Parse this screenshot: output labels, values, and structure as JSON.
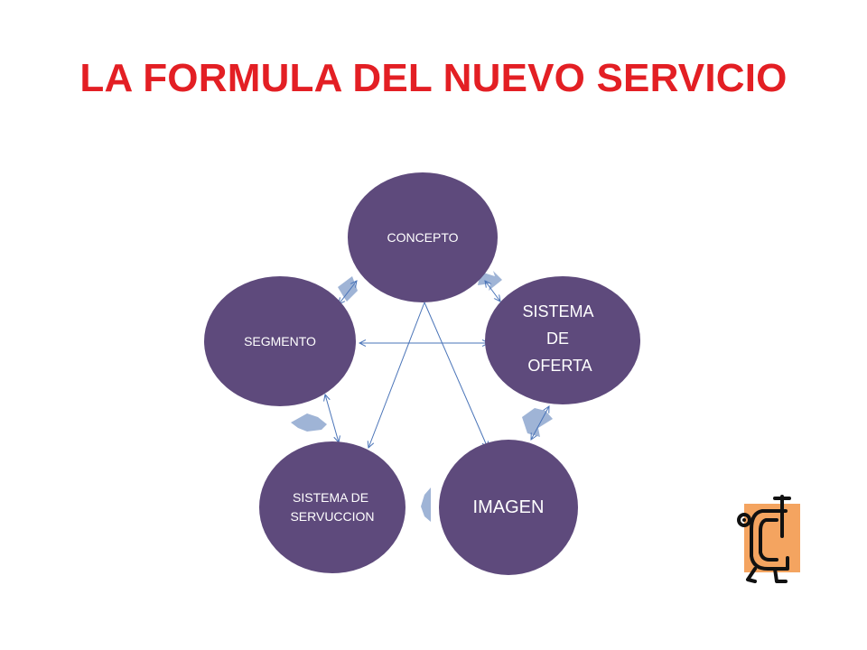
{
  "title": "LA FORMULA DEL NUEVO SERVICIO",
  "colors": {
    "title": "#e31f24",
    "node_fill": "#5e4a7c",
    "connector_arrow": "#9fb4d6",
    "line": "#4a74b8",
    "clipart_bg": "#f4a460"
  },
  "nodes": [
    {
      "id": "concepto",
      "label_lines": [
        "CONCEPTO"
      ]
    },
    {
      "id": "sistema-de-oferta",
      "label_lines": [
        "SISTEMA",
        "DE",
        "OFERTA"
      ]
    },
    {
      "id": "imagen",
      "label_lines": [
        "IMAGEN"
      ]
    },
    {
      "id": "sistema-de-servuccion",
      "label_lines": [
        "SISTEMA DE",
        "SERVUCCION"
      ]
    },
    {
      "id": "segmento",
      "label_lines": [
        "SEGMENTO"
      ]
    }
  ],
  "clipart": {
    "icon": "clamp-character-icon"
  }
}
